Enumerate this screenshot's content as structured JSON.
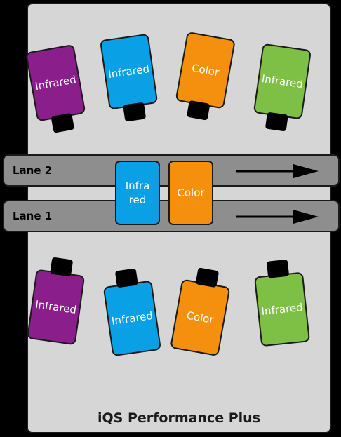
{
  "colors": {
    "purple": "#8a1f8c",
    "blue": "#0aa0e6",
    "orange": "#f5900f",
    "green": "#7ec046"
  },
  "cameras_top": [
    {
      "line1": "Infra",
      "line2": "red",
      "color": "purple"
    },
    {
      "line1": "Infra",
      "line2": "red",
      "color": "blue"
    },
    {
      "line1": "Color",
      "line2": "",
      "color": "orange"
    },
    {
      "line1": "Infra",
      "line2": "red",
      "color": "green"
    }
  ],
  "cameras_bottom": [
    {
      "line1": "Infra",
      "line2": "red",
      "color": "purple"
    },
    {
      "line1": "Infra",
      "line2": "red",
      "color": "blue"
    },
    {
      "line1": "Color",
      "line2": "",
      "color": "orange"
    },
    {
      "line1": "Infra",
      "line2": "red",
      "color": "green"
    }
  ],
  "lanes": {
    "lane2": "Lane 2",
    "lane1": "Lane 1"
  },
  "center_cards": [
    {
      "line1": "Infra",
      "line2": "red",
      "color": "blue"
    },
    {
      "line1": "Color",
      "line2": "",
      "color": "orange"
    }
  ],
  "product_name": "iQS Performance Plus"
}
